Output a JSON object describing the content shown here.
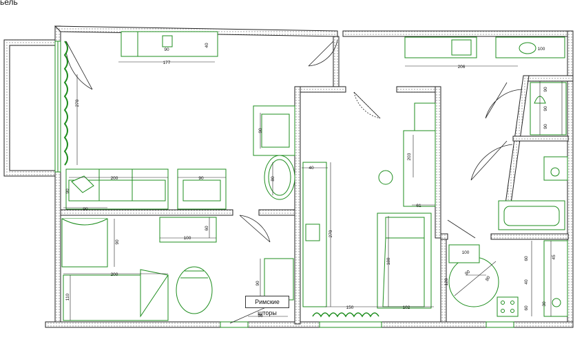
{
  "corner_label": "ьель",
  "callout_label": "Римские шторы",
  "dimensions": {
    "d_90_shelf": "90",
    "d_40_shelf": "40",
    "d_177": "177",
    "d_206": "206",
    "d_100_toilet": "100",
    "d_270_left": "270",
    "d_90_armchair": "90",
    "d_80_table": "80",
    "d_200_sofa": "200",
    "d_90_chair": "90",
    "d_90_small": "90",
    "d_90_bottom": "90",
    "d_40_desk": "40",
    "d_270_center": "270",
    "d_203": "203",
    "d_61": "61",
    "d_90_bath1": "90",
    "d_90_bath2": "90",
    "d_90_bath3": "90",
    "d_100_desk": "100",
    "d_60_desk": "60",
    "d_90_bed": "90",
    "d_200_bed": "200",
    "d_110": "110",
    "d_90_cab": "90",
    "d_56": "56",
    "d_150": "150",
    "d_102": "102",
    "d_180": "180",
    "d_100_k": "100",
    "d_90_k": "90",
    "d_120_k": "120",
    "d_80_k": "80",
    "d_60_r1": "60",
    "d_45": "45",
    "d_40_r": "40",
    "d_60_r2": "60",
    "d_30_r": "30"
  }
}
